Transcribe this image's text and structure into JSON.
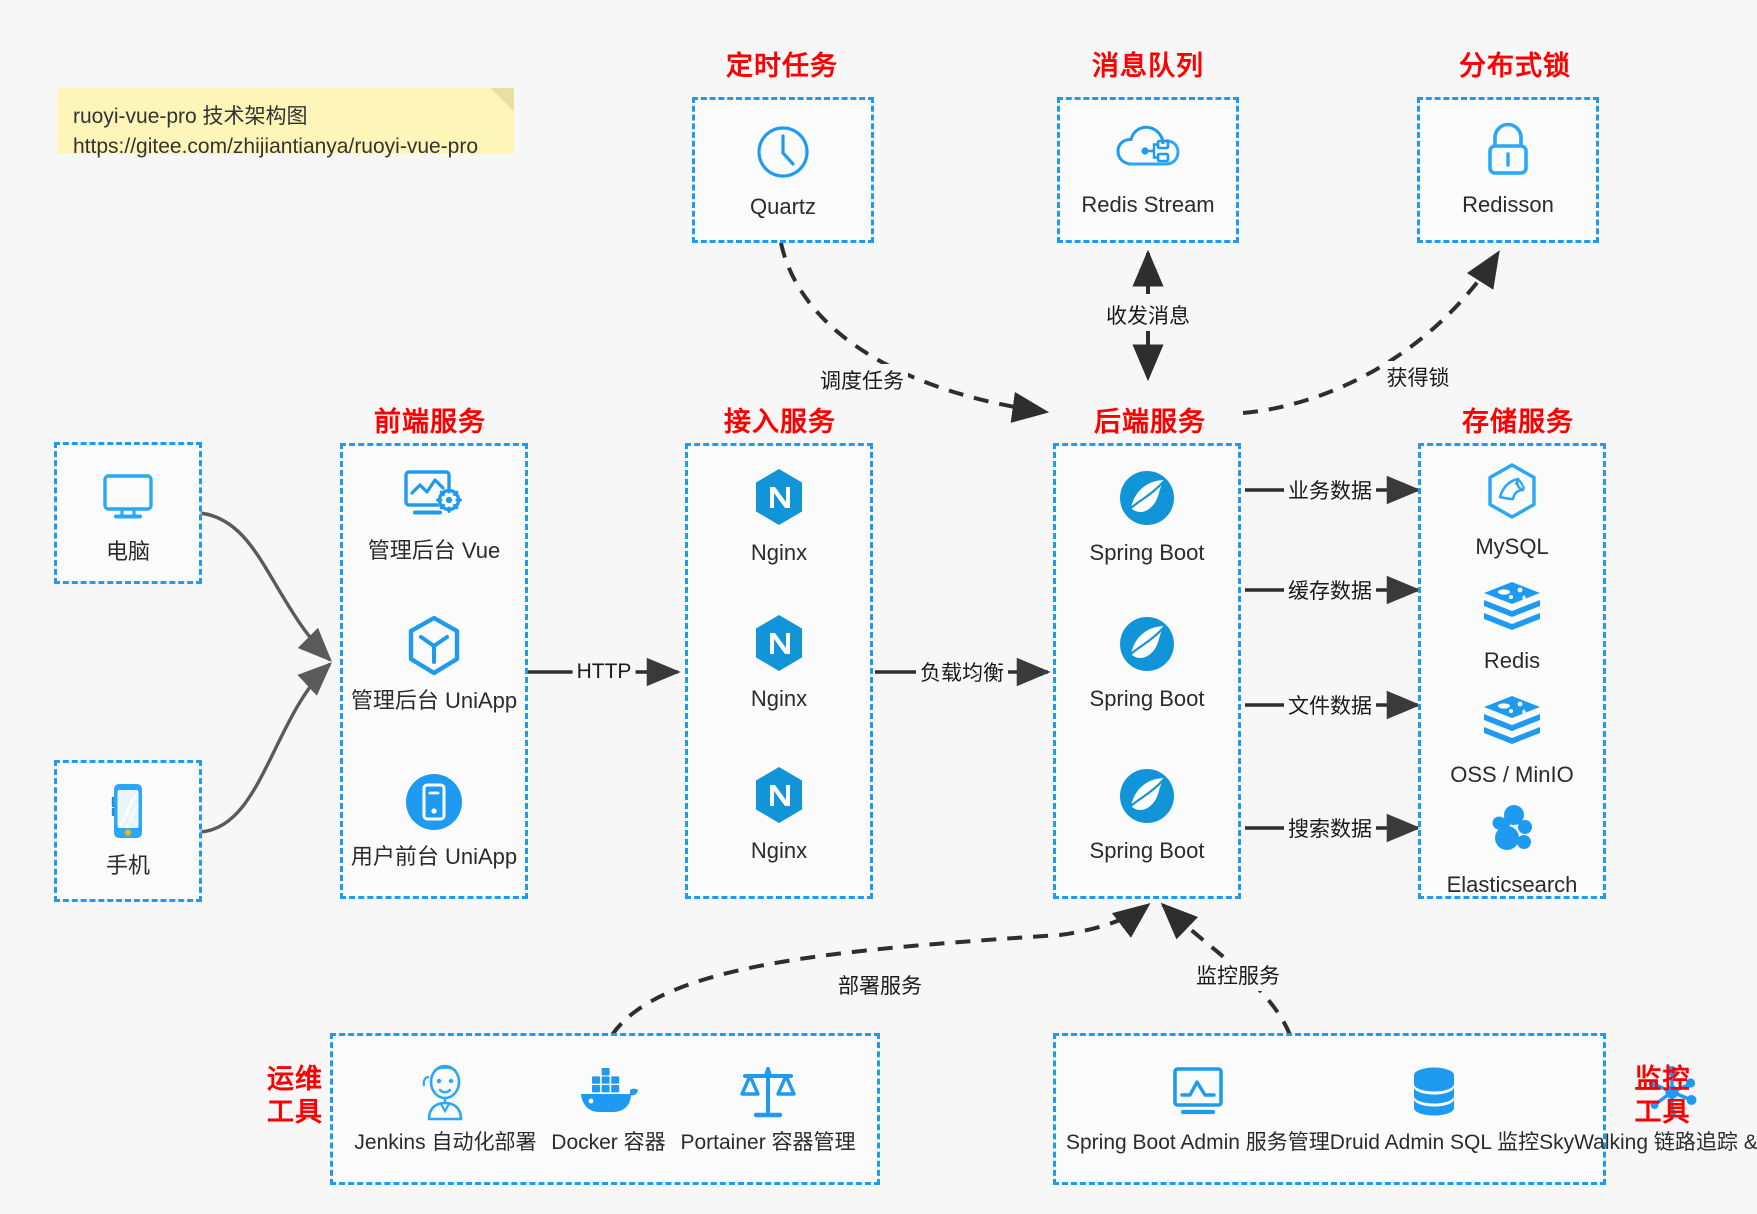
{
  "note": {
    "line1": "ruoyi-vue-pro 技术架构图",
    "line2": "https://gitee.com/zhijiantianya/ruoyi-vue-pro"
  },
  "colors": {
    "accent": "#1e9bf0",
    "title_red": "#ff0000",
    "edge": "#4d4d4d",
    "dashed_edge": "#333333",
    "note_bg": "#fdf6b8",
    "canvas": "#f7f7f7"
  },
  "groups": {
    "scheduled_task": {
      "title": "定时任务"
    },
    "message_queue": {
      "title": "消息队列"
    },
    "distributed_lock": {
      "title": "分布式锁"
    },
    "frontend_service": {
      "title": "前端服务"
    },
    "gateway_service": {
      "title": "接入服务"
    },
    "backend_service": {
      "title": "后端服务"
    },
    "storage_service": {
      "title": "存储服务"
    },
    "devops_tools": {
      "title_l1": "运维",
      "title_l2": "工具"
    },
    "monitor_tools": {
      "title_l1": "监控",
      "title_l2": "工具"
    }
  },
  "nodes": {
    "quartz": {
      "label": "Quartz",
      "icon": "clock-icon"
    },
    "redis_stream": {
      "label": "Redis Stream",
      "icon": "cloud-nodes-icon"
    },
    "redisson": {
      "label": "Redisson",
      "icon": "lock-icon"
    },
    "computer": {
      "label": "电脑",
      "icon": "monitor-icon"
    },
    "mobile": {
      "label": "手机",
      "icon": "smartphone-icon"
    },
    "admin_vue": {
      "label": "管理后台 Vue",
      "icon": "dashboard-gear-icon"
    },
    "admin_uniapp": {
      "label": "管理后台 UniApp",
      "icon": "hexagon-cube-icon"
    },
    "user_uniapp": {
      "label": "用户前台 UniApp",
      "icon": "phone-circle-icon"
    },
    "nginx_1": {
      "label": "Nginx",
      "icon": "nginx-icon"
    },
    "nginx_2": {
      "label": "Nginx",
      "icon": "nginx-icon"
    },
    "nginx_3": {
      "label": "Nginx",
      "icon": "nginx-icon"
    },
    "springboot_1": {
      "label": "Spring Boot",
      "icon": "spring-leaf-icon"
    },
    "springboot_2": {
      "label": "Spring Boot",
      "icon": "spring-leaf-icon"
    },
    "springboot_3": {
      "label": "Spring Boot",
      "icon": "spring-leaf-icon"
    },
    "mysql": {
      "label": "MySQL",
      "icon": "mysql-dolphin-icon"
    },
    "redis": {
      "label": "Redis",
      "icon": "redis-stack-icon"
    },
    "oss_minio": {
      "label": "OSS / MinIO",
      "icon": "redis-stack-icon"
    },
    "elasticsearch": {
      "label": "Elasticsearch",
      "icon": "elasticsearch-icon"
    },
    "jenkins": {
      "label": "Jenkins",
      "sub": "自动化部署",
      "icon": "jenkins-butler-icon"
    },
    "docker": {
      "label": "Docker",
      "sub": "容器",
      "icon": "docker-whale-icon"
    },
    "portainer": {
      "label": "Portainer",
      "sub": "容器管理",
      "icon": "scales-icon"
    },
    "sba": {
      "label": "Spring Boot Admin",
      "sub": "服务管理",
      "icon": "monitor-chart-icon"
    },
    "druid": {
      "label": "Druid Admin",
      "sub": "SQL 监控",
      "icon": "database-icon"
    },
    "skywalking": {
      "label": "SkyWalking",
      "sub": "链路追踪 & 日志",
      "icon": "network-nodes-icon"
    }
  },
  "edges": [
    {
      "id": "http",
      "label": "HTTP",
      "style": "solid"
    },
    {
      "id": "lb",
      "label": "负载均衡",
      "style": "solid"
    },
    {
      "id": "biz_data",
      "label": "业务数据",
      "style": "solid"
    },
    {
      "id": "cache_data",
      "label": "缓存数据",
      "style": "solid"
    },
    {
      "id": "file_data",
      "label": "文件数据",
      "style": "solid"
    },
    {
      "id": "search_data",
      "label": "搜索数据",
      "style": "solid"
    },
    {
      "id": "schedule",
      "label": "调度任务",
      "style": "dashed"
    },
    {
      "id": "messaging",
      "label": "收发消息",
      "style": "dashed-bi"
    },
    {
      "id": "acquire_lock",
      "label": "获得锁",
      "style": "dashed"
    },
    {
      "id": "deploy",
      "label": "部署服务",
      "style": "dashed"
    },
    {
      "id": "monitor",
      "label": "监控服务",
      "style": "dashed"
    }
  ]
}
